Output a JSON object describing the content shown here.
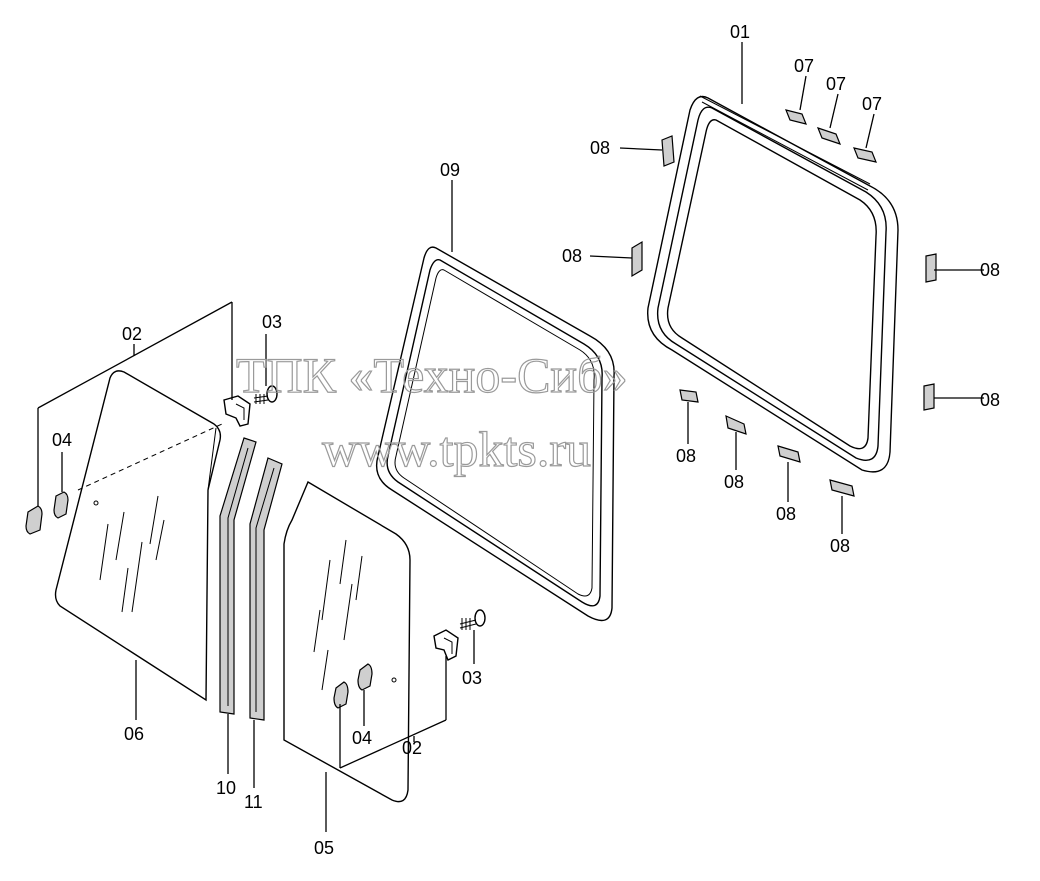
{
  "labels": {
    "l01": "01",
    "l07a": "07",
    "l07b": "07",
    "l07c": "07",
    "l08a": "08",
    "l08b": "08",
    "l08c": "08",
    "l08d": "08",
    "l08e": "08",
    "l08f": "08",
    "l08g": "08",
    "l08h": "08",
    "l09": "09",
    "l02a": "02",
    "l03a": "03",
    "l04a": "04",
    "l06": "06",
    "l10": "10",
    "l11": "11",
    "l03b": "03",
    "l04b": "04",
    "l02b": "02",
    "l05": "05"
  },
  "watermark": {
    "line1": "ТПК «Техно-Сиб»",
    "line2": "www.tpkts.ru"
  }
}
